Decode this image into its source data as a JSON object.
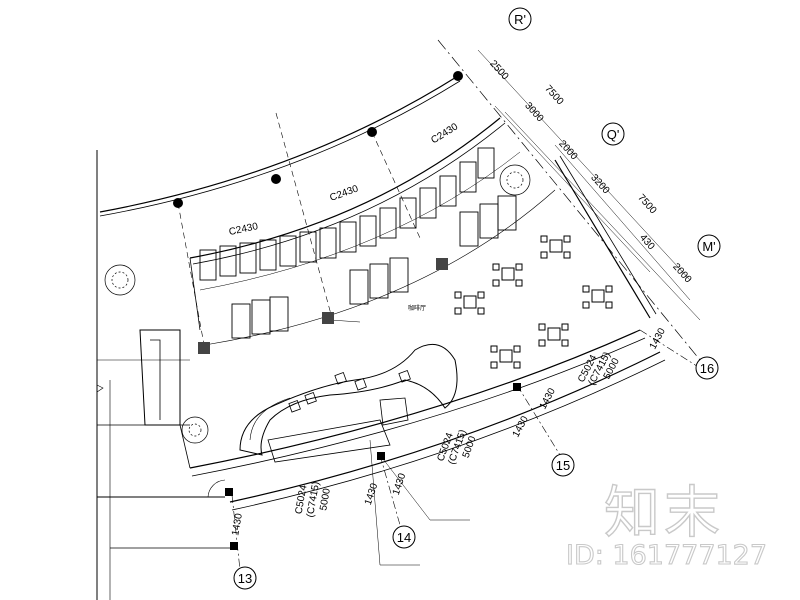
{
  "grid_axes": {
    "R": "R'",
    "Q": "Q'",
    "M": "M'",
    "a13": "13",
    "a14": "14",
    "a15": "15",
    "a16": "16"
  },
  "dimensions": {
    "d2500": "2500",
    "d7500a": "7500",
    "d3000": "3000",
    "d2000a": "2000",
    "d3200": "3200",
    "d7500b": "7500",
    "d430": "430",
    "d2000b": "2000",
    "d1430a": "1430",
    "d1430b": "1430",
    "d1430c": "1430",
    "d1430d": "1430",
    "d1430e": "1430",
    "d1430f": "1430"
  },
  "window_tags": {
    "c2430_1": "C2430",
    "c2430_2": "C2430",
    "c2430_3": "C2430",
    "c5024_1": "C5024",
    "c5024_1_sub": "(C7415)",
    "c5024_1_dim": "5000",
    "c5024_2": "C5024",
    "c5024_2_sub": "(C7415)",
    "c5024_2_dim": "5000",
    "c5024_3": "C5024",
    "c5024_3_sub": "(C7415)",
    "c5024_3_dim": "5000"
  },
  "room_labels": {
    "zone": "咖啡厅"
  },
  "watermark": {
    "logo": "知末",
    "id": "ID: 161777127"
  }
}
